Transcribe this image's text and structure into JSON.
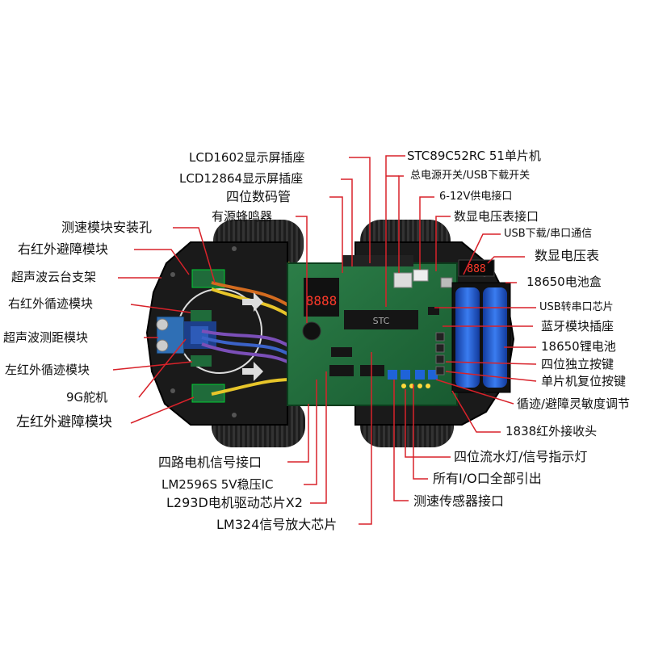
{
  "colors": {
    "callout_line": "#d8222a",
    "pcb_green": "#1f6b3a",
    "chassis_black": "#1a1a1a",
    "battery_blue": "#1e5bd6",
    "tire_black": "#222222",
    "wheel_yellow": "#d6a72a",
    "wire_purple": "#7b4fb8"
  },
  "labels": {
    "lcd1602": "LCD1602显示屏插座",
    "mcu": "STC89C52RC 51单片机",
    "power_switch": "总电源开关/USB下载开关",
    "lcd12864": "LCD12864显示屏插座",
    "power_input": "6-12V供电接口",
    "seg_display": "四位数码管",
    "voltmeter_port": "数显电压表接口",
    "buzzer": "有源蜂鸣器",
    "usb_serial": "USB下载/串口通信",
    "speed_mount": "测速模块安装孔",
    "voltmeter": "数显电压表",
    "right_ir_avoid": "右红外避障模块",
    "battery_box": "18650电池盒",
    "ultrasonic_mount": "超声波云台支架",
    "usb_chip": "USB转串口芯片",
    "right_ir_track": "右红外循迹模块",
    "bt_socket": "蓝牙模块插座",
    "ultrasonic": "超声波测距模块",
    "battery": "18650锂电池",
    "keys": "四位独立按键",
    "left_ir_track": "左红外循迹模块",
    "reset_key": "单片机复位按键",
    "servo": "9G舵机",
    "sensitivity": "循迹/避障灵敏度调节",
    "left_ir_avoid": "左红外避障模块",
    "ir_receiver": "1838红外接收头",
    "flow_led": "四位流水灯/信号指示灯",
    "motor_port": "四路电机信号接口",
    "io_all": "所有I/O口全部引出",
    "regulator": "LM2596S 5V稳压IC",
    "motor_driver": "L293D电机驱动芯片X2",
    "speed_sensor_port": "测速传感器接口",
    "amplifier": "LM324信号放大芯片"
  },
  "board_marking": "STC",
  "seg_digits": "8888",
  "voltmeter_digits": "888"
}
